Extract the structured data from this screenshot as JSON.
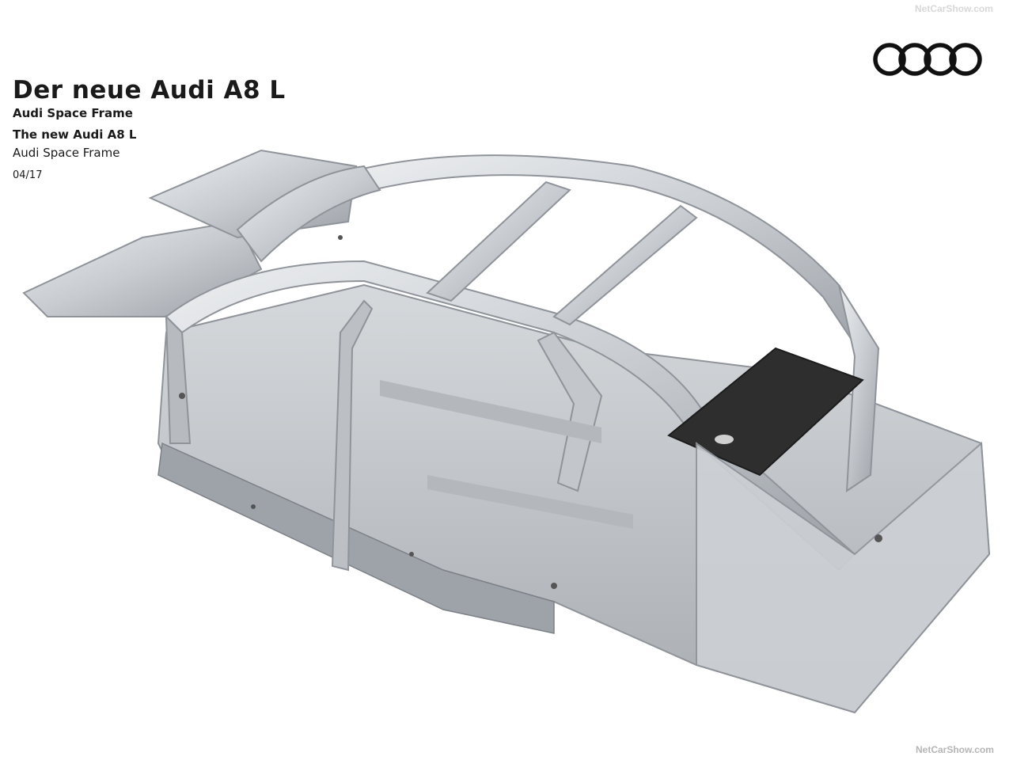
{
  "header": {
    "title": "Der neue Audi A8 L",
    "subtitle_de": "Audi Space Frame",
    "title_en": "The new Audi A8 L",
    "subtitle_en": "Audi Space Frame",
    "date": "04/17"
  },
  "brand": {
    "logo": "audi-four-rings-logo",
    "logo_color": "#111111"
  },
  "watermarks": {
    "top": "NetCarShow.com",
    "bottom": "NetCarShow.com"
  },
  "image": {
    "subject": "car-body-space-frame",
    "frame_color": "#c9ccd0",
    "frame_highlight": "#e9ebee",
    "frame_shadow": "#8f949a",
    "panel_dark": "#2e2e2e"
  }
}
